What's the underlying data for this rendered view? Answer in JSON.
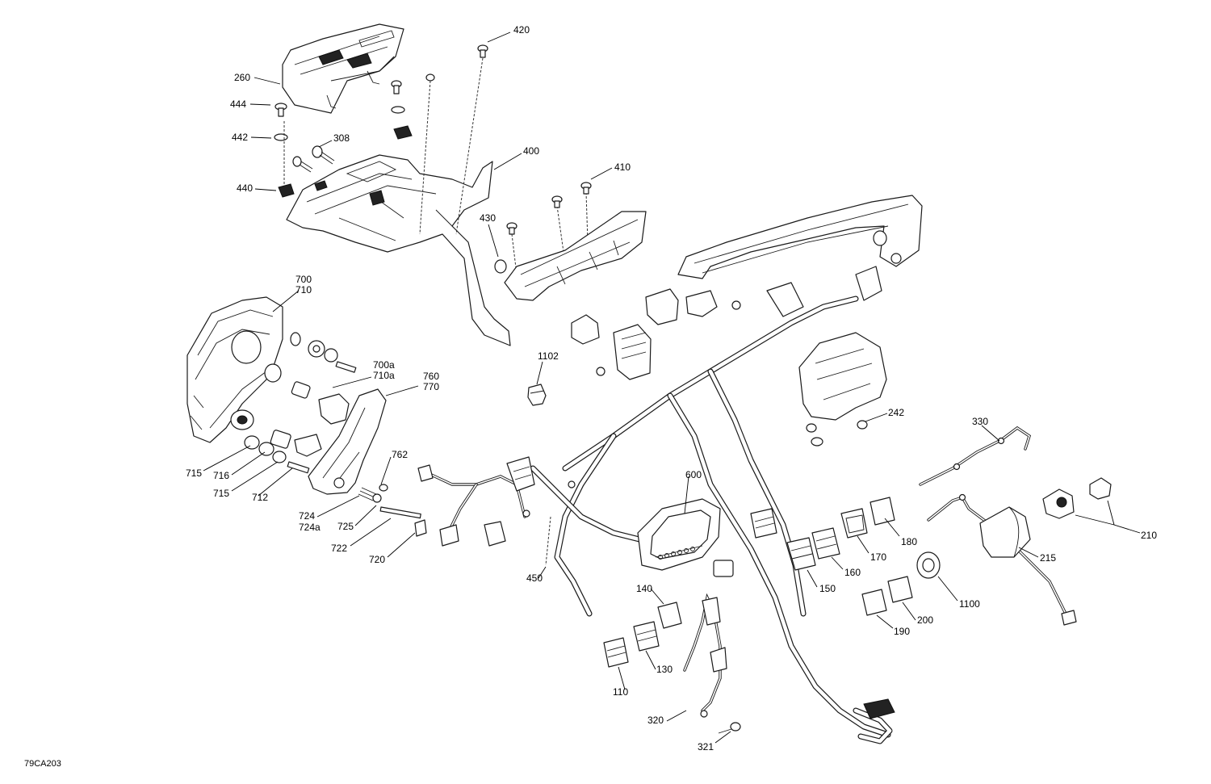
{
  "diagram": {
    "reference_code": "79CA203",
    "callouts": [
      {
        "id": "c420",
        "label": "420"
      },
      {
        "id": "c260",
        "label": "260"
      },
      {
        "id": "c444",
        "label": "444"
      },
      {
        "id": "c442",
        "label": "442"
      },
      {
        "id": "c308",
        "label": "308"
      },
      {
        "id": "c400",
        "label": "400"
      },
      {
        "id": "c410",
        "label": "410"
      },
      {
        "id": "c440",
        "label": "440"
      },
      {
        "id": "c430",
        "label": "430"
      },
      {
        "id": "c700",
        "label": "700"
      },
      {
        "id": "c710",
        "label": "710"
      },
      {
        "id": "c1102",
        "label": "1102"
      },
      {
        "id": "c700a",
        "label": "700a"
      },
      {
        "id": "c710a",
        "label": "710a"
      },
      {
        "id": "c760",
        "label": "760"
      },
      {
        "id": "c770",
        "label": "770"
      },
      {
        "id": "c242",
        "label": "242"
      },
      {
        "id": "c330",
        "label": "330"
      },
      {
        "id": "c762",
        "label": "762"
      },
      {
        "id": "c715a",
        "label": "715"
      },
      {
        "id": "c716",
        "label": "716"
      },
      {
        "id": "c715b",
        "label": "715"
      },
      {
        "id": "c712",
        "label": "712"
      },
      {
        "id": "c600",
        "label": "600"
      },
      {
        "id": "c724",
        "label": "724"
      },
      {
        "id": "c724a",
        "label": "724a"
      },
      {
        "id": "c725",
        "label": "725"
      },
      {
        "id": "c722",
        "label": "722"
      },
      {
        "id": "c720",
        "label": "720"
      },
      {
        "id": "c180",
        "label": "180"
      },
      {
        "id": "c210",
        "label": "210"
      },
      {
        "id": "c170",
        "label": "170"
      },
      {
        "id": "c215",
        "label": "215"
      },
      {
        "id": "c160",
        "label": "160"
      },
      {
        "id": "c450",
        "label": "450"
      },
      {
        "id": "c150",
        "label": "150"
      },
      {
        "id": "c140",
        "label": "140"
      },
      {
        "id": "c1100",
        "label": "1100"
      },
      {
        "id": "c200",
        "label": "200"
      },
      {
        "id": "c190",
        "label": "190"
      },
      {
        "id": "c130",
        "label": "130"
      },
      {
        "id": "c110",
        "label": "110"
      },
      {
        "id": "c320",
        "label": "320"
      },
      {
        "id": "c321",
        "label": "321"
      }
    ]
  }
}
